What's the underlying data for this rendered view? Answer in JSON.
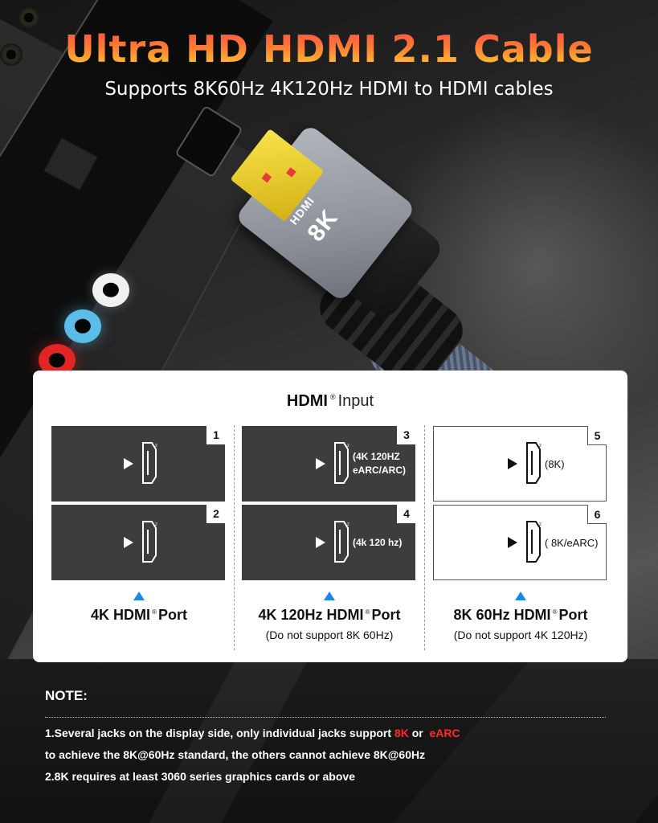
{
  "header": {
    "title": "Ultra HD HDMI 2.1 Cable",
    "subtitle": "Supports 8K60Hz 4K120Hz HDMI to HDMI cables"
  },
  "product": {
    "plug_brand_label": "HDMI",
    "plug_resolution_label": "8K",
    "colors": {
      "title_gradient_top": "#ff4d4d",
      "title_gradient_bottom": "#ffd534",
      "plug_tip": "#f8e34a",
      "braid": "#5a6580",
      "jack_white": "#f1f1f1",
      "jack_blue": "#5bbde8",
      "jack_red": "#e02525"
    }
  },
  "card": {
    "title_bold": "HDMI",
    "title_reg": "®",
    "title_light": "Input",
    "groups": [
      {
        "ports": [
          {
            "number": "1",
            "note": "",
            "style": "dark"
          },
          {
            "number": "2",
            "note": "",
            "style": "dark"
          }
        ],
        "label": "4K HDMI",
        "label_reg": "®",
        "label_suffix": "Port",
        "sublabel": ""
      },
      {
        "ports": [
          {
            "number": "3",
            "note": "(4K 120HZ eARC/ARC)",
            "note_line1": "(4K 120HZ",
            "note_line2": "eARC/ARC)",
            "style": "dark"
          },
          {
            "number": "4",
            "note": "(4k 120 hz)",
            "style": "dark"
          }
        ],
        "label": "4K 120Hz HDMI",
        "label_reg": "®",
        "label_suffix": "Port",
        "sublabel": "(Do not support 8K 60Hz)"
      },
      {
        "ports": [
          {
            "number": "5",
            "note": "(8K)",
            "style": "light"
          },
          {
            "number": "6",
            "note": "( 8K/eARC)",
            "style": "light"
          }
        ],
        "label": "8K 60Hz HDMI",
        "label_reg": "®",
        "label_suffix": "Port",
        "sublabel": "(Do not support 4K 120Hz)"
      }
    ],
    "pointer_color": "#1e88e5"
  },
  "note": {
    "title": "NOTE:",
    "line1_pre": "1.Several jacks on the display side, only individual jacks support ",
    "line1_hl1": "8K",
    "line1_mid": " or  ",
    "line1_hl2": "eARC",
    "line2": "to achieve the 8K@60Hz standard, the others cannot achieve 8K@60Hz",
    "line3": "2.8K requires at least 3060 series graphics cards or above",
    "highlight_color": "#ff2a2a"
  }
}
